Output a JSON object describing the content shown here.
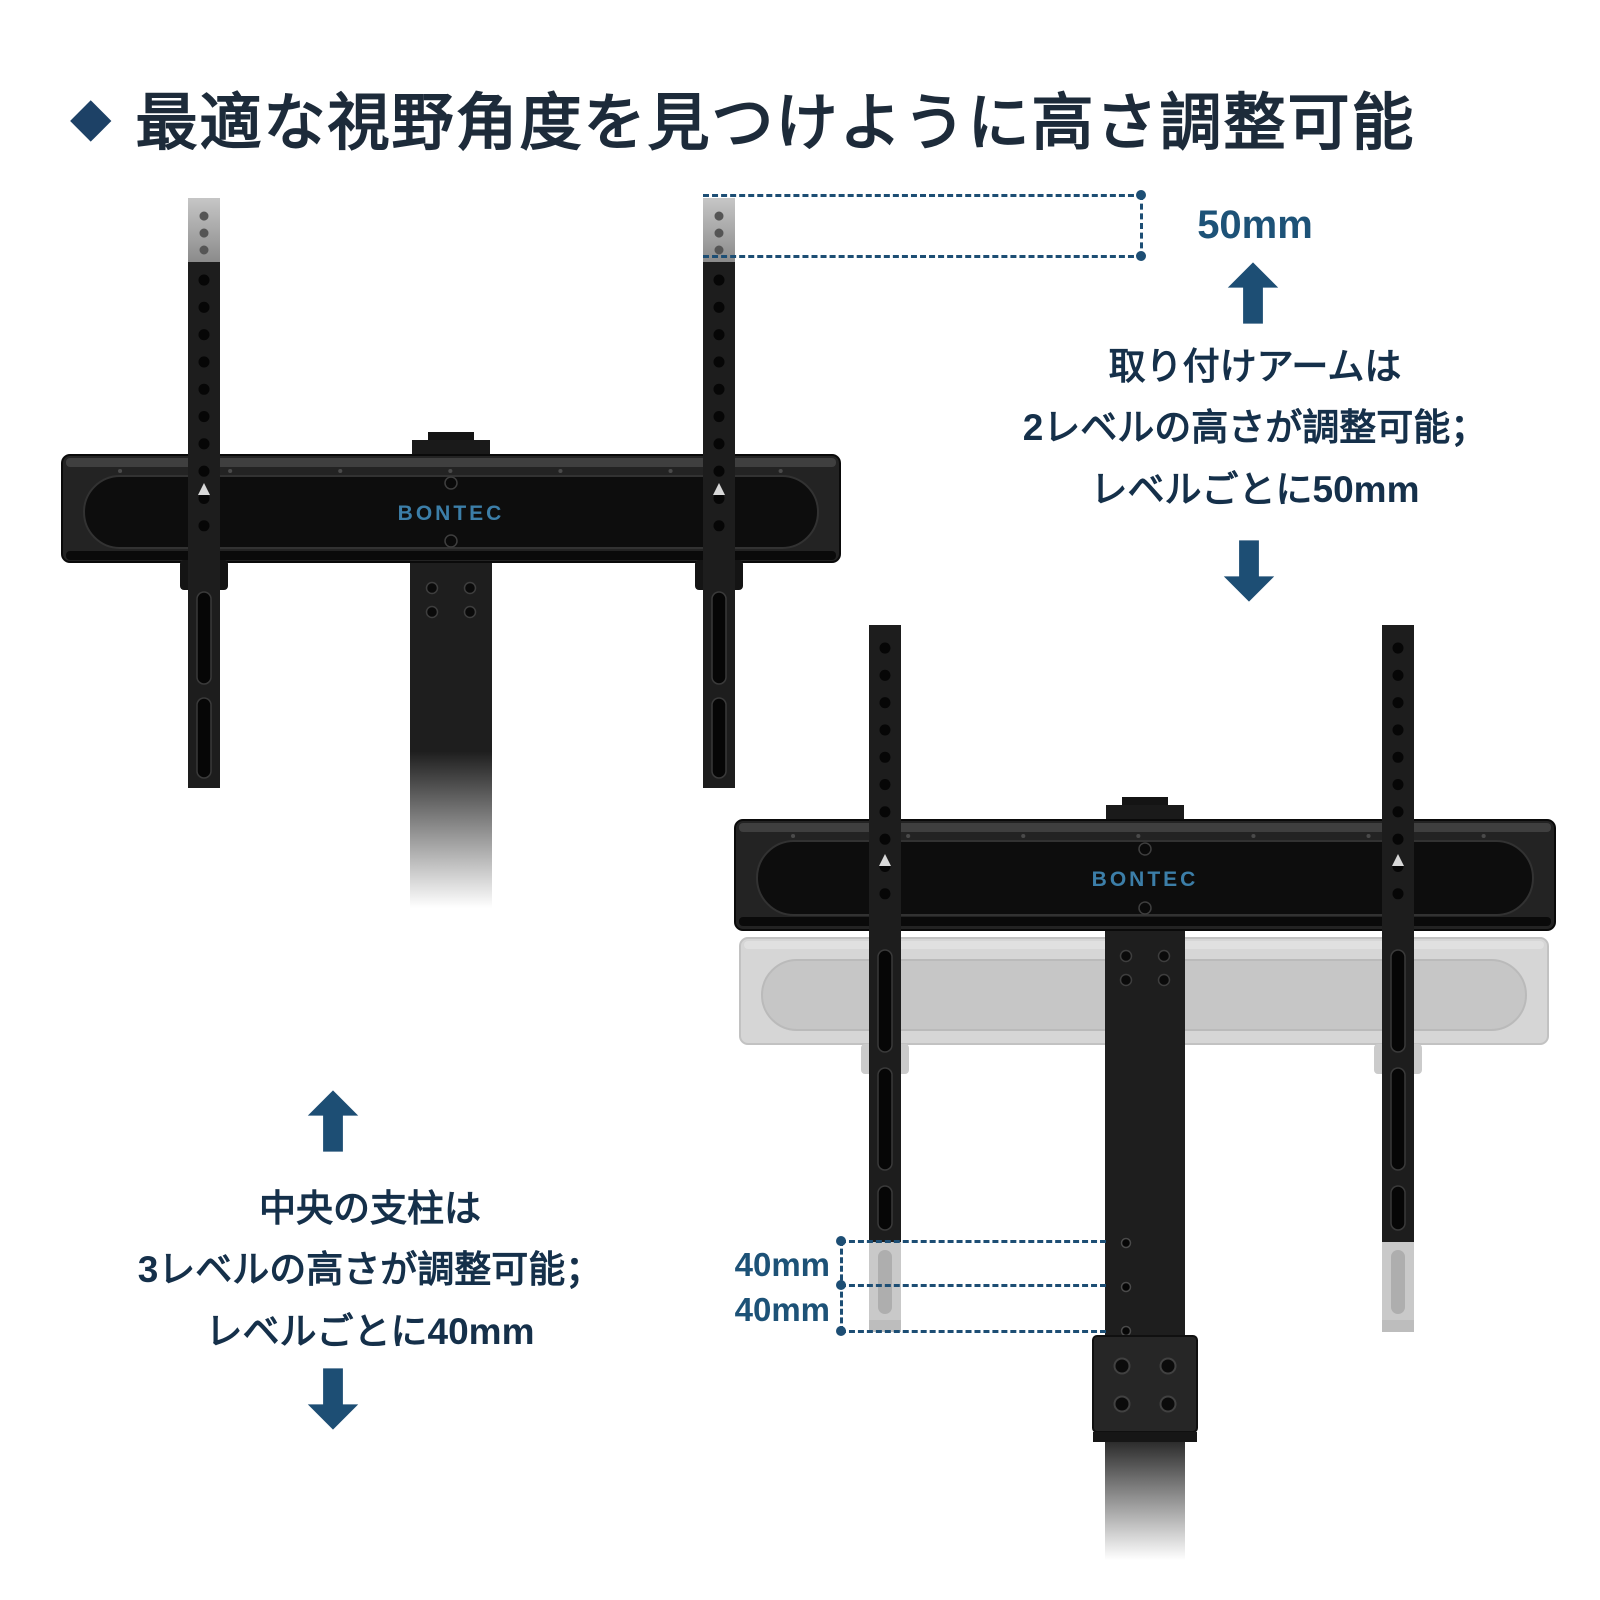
{
  "title": {
    "icon": "◆",
    "text": "最適な視野角度を見つけように高さ調整可能"
  },
  "brand": {
    "logo": "BONTEC"
  },
  "arm_annotation": {
    "measure_label": "50mm",
    "line1": "取り付けアームは",
    "line2": "2レベルの高さが調整可能；",
    "line3": "レベルごとに50mm"
  },
  "column_annotation": {
    "measure_label_top": "40mm",
    "measure_label_bottom": "40mm",
    "line1": "中央の支柱は",
    "line2": "3レベルの高さが調整可能；",
    "line3": "レベルごとに40mm"
  },
  "icons": {
    "diamond": "diamond-bullet",
    "up_arrow": "block-arrow-up",
    "down_arrow": "block-arrow-down"
  },
  "colors": {
    "accent_navy": "#1d4e74",
    "title_text": "#1d2b3a",
    "logo_blue": "#3c7ea8",
    "mount_black": "#1e1e1e",
    "ghost_gray": "#cccccc"
  }
}
